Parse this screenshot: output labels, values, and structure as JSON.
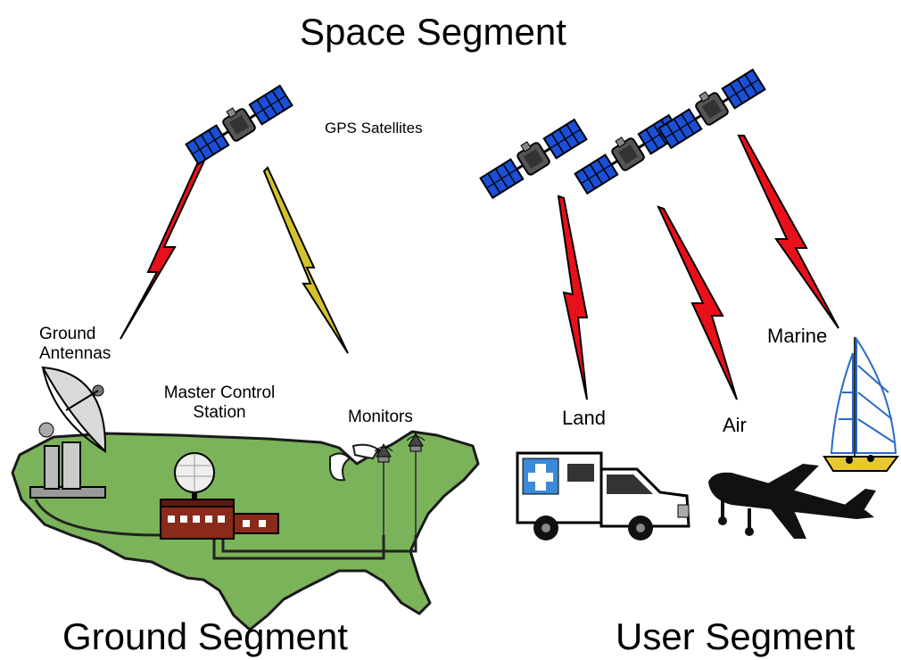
{
  "titles": {
    "space": "Space Segment",
    "ground": "Ground Segment",
    "user": "User Segment"
  },
  "labels": {
    "gps_satellites": "GPS Satellites",
    "ground_antennas_line1": "Ground",
    "ground_antennas_line2": "Antennas",
    "master_control_line1": "Master Control",
    "master_control_line2": "Station",
    "monitors": "Monitors",
    "land": "Land",
    "air": "Air",
    "marine": "Marine"
  },
  "icons": [
    "satellite-icon",
    "dish-antenna-icon",
    "radome-icon",
    "building-icon",
    "monitor-antenna-icon",
    "ambulance-icon",
    "airplane-icon",
    "sailboat-icon",
    "lightning-signal-icon"
  ],
  "colors": {
    "land": "#7bb35a",
    "land_outline": "#1a1a1a",
    "signal_red": "#e8101a",
    "signal_yellow": "#d4c22a",
    "satellite_panel": "#1a4fd6",
    "building": "#8a2a1a"
  }
}
